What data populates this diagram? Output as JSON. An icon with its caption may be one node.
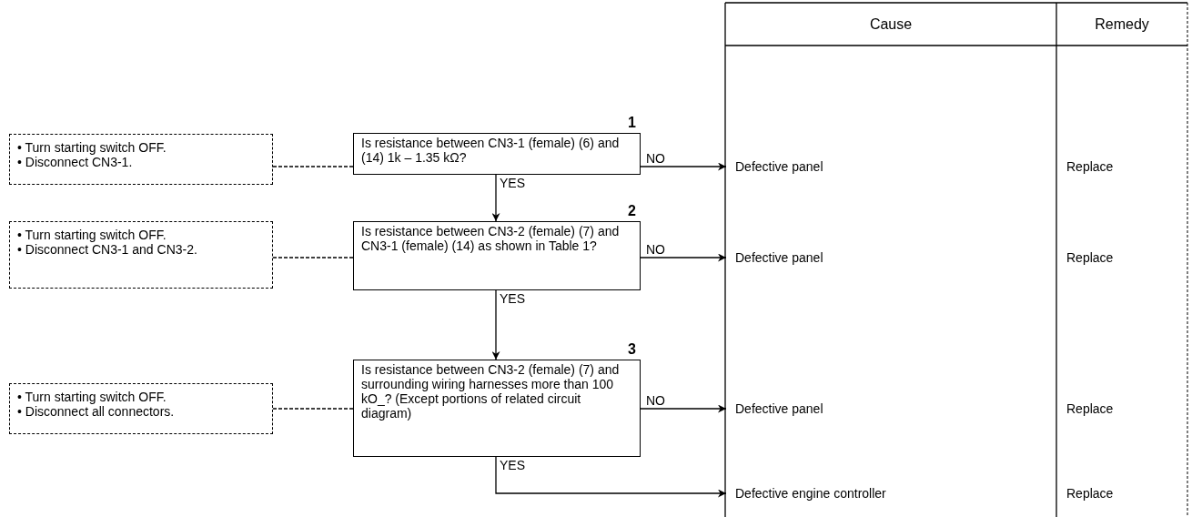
{
  "diagram": {
    "nodes": [
      {
        "text": [
          "• Turn starting switch OFF.",
          "• Disconnect CN3-1."
        ]
      },
      {
        "text": [
          "Is resistance between CN3-1 (female) (6) and (14) 1k – 1.35 kΩ?"
        ],
        "beside": [
          "1"
        ]
      },
      {
        "text": [
          "Defective panel"
        ]
      },
      {
        "text": [
          "• Turn starting switch OFF.",
          "• Disconnect CN3-1 and CN3-2."
        ]
      },
      {
        "text": [
          "Is resistance between CN3-2 (female) (7) and CN3-1 (female) (14) as shown in Table 1?"
        ],
        "beside": [
          "2"
        ]
      },
      {
        "text": [
          "Defective panel"
        ]
      },
      {
        "text": [
          "• Turn starting switch OFF.",
          "• Disconnect all connectors."
        ]
      },
      {
        "text": [
          "Is resistance between CN3-2 (female) (7) and surrounding wiring harnesses more than 100 kO_? (Except portions of related circuit diagram)"
        ],
        "beside": [
          "3"
        ]
      },
      {
        "text": [
          "Defective panel"
        ]
      },
      {
        "text": [
          "Defective engine controller"
        ]
      }
    ],
    "edges": [
      {
        "from": 0,
        "to": 1,
        "arrow": "none",
        "style": "dashed"
      },
      {
        "from": 1,
        "to": 2,
        "arrow": "to",
        "label": "NO"
      },
      {
        "from": 1,
        "to": 4,
        "arrow": "to",
        "label": "YES"
      },
      {
        "from": 3,
        "to": 4,
        "arrow": "none",
        "style": "dashed"
      },
      {
        "from": 4,
        "to": 5,
        "arrow": "to",
        "label": "NO"
      },
      {
        "from": 4,
        "to": 7,
        "arrow": "to",
        "label": "YES"
      },
      {
        "from": 6,
        "to": 7,
        "arrow": "none",
        "style": "dashed"
      },
      {
        "from": 7,
        "to": 8,
        "arrow": "to",
        "label": "NO"
      },
      {
        "from": 7,
        "to": 9,
        "arrow": "to",
        "label": "YES"
      }
    ],
    "labels": [
      "Cause",
      "Remedy",
      "Replace",
      "Replace",
      "Replace",
      "Replace"
    ]
  }
}
